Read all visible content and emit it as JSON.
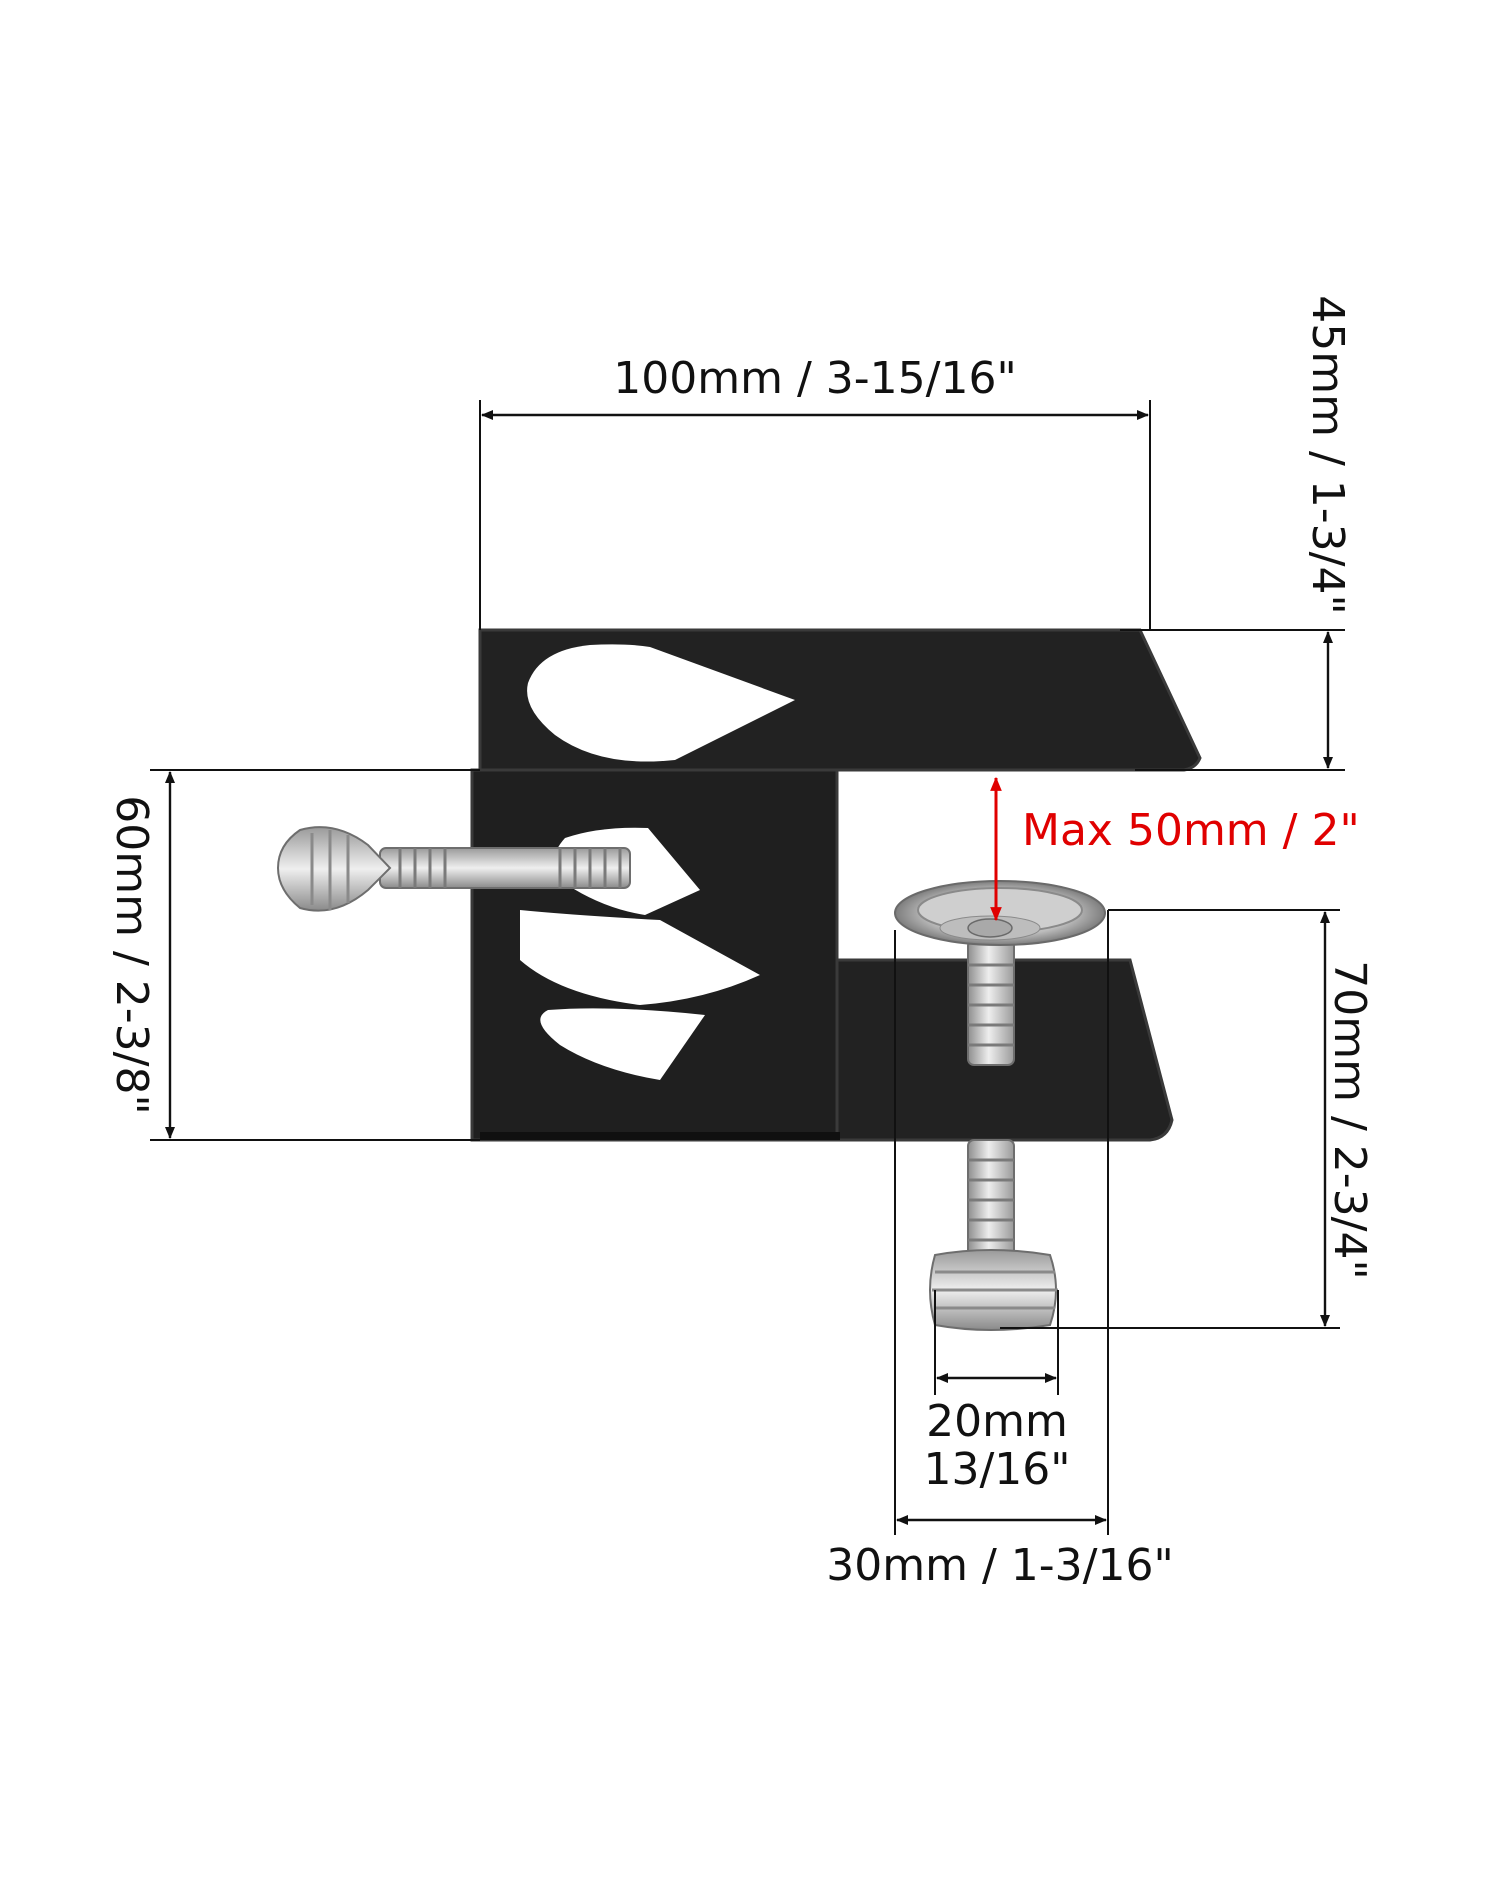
{
  "dimensions": {
    "width_top": "100mm / 3-15/16\"",
    "height_top": "45mm / 1-3/4\"",
    "height_side": "60mm / 2-3/8\"",
    "max_opening": "Max 50mm / 2\"",
    "height_bottom": "70mm / 2-3/4\"",
    "knob_width_line1": "20mm",
    "knob_width_line2": "13/16\"",
    "pad_width": "30mm / 1-3/16\""
  },
  "colors": {
    "metal": "#1f1f1f",
    "metal_edge": "#3a3a3a",
    "steel": "#c8c8c8",
    "dim_line": "#111111",
    "highlight": "#e00000"
  }
}
